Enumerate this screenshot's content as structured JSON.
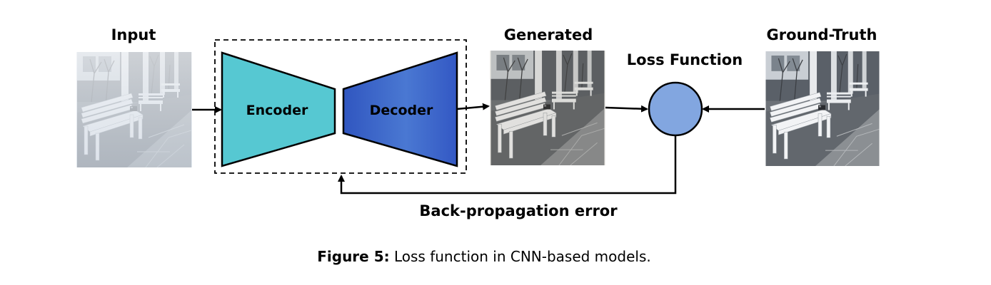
{
  "labels": {
    "input": "Input",
    "generated": "Generated",
    "ground_truth": "Ground-Truth",
    "loss_function": "Loss Function",
    "encoder": "Encoder",
    "decoder": "Decoder",
    "backprop": "Back-propagation error"
  },
  "caption": {
    "prefix": "Figure 5:",
    "text": " Loss function in CNN-based models."
  },
  "colors": {
    "encoder_fill": "#56C8D2",
    "decoder_fill": "#3A62C8",
    "loss_node_fill": "#82A6E0",
    "stroke": "#000000"
  },
  "images": {
    "input": "hazy bench scene photo",
    "generated": "dehazed bench scene photo",
    "ground_truth": "clear bench scene photo"
  }
}
